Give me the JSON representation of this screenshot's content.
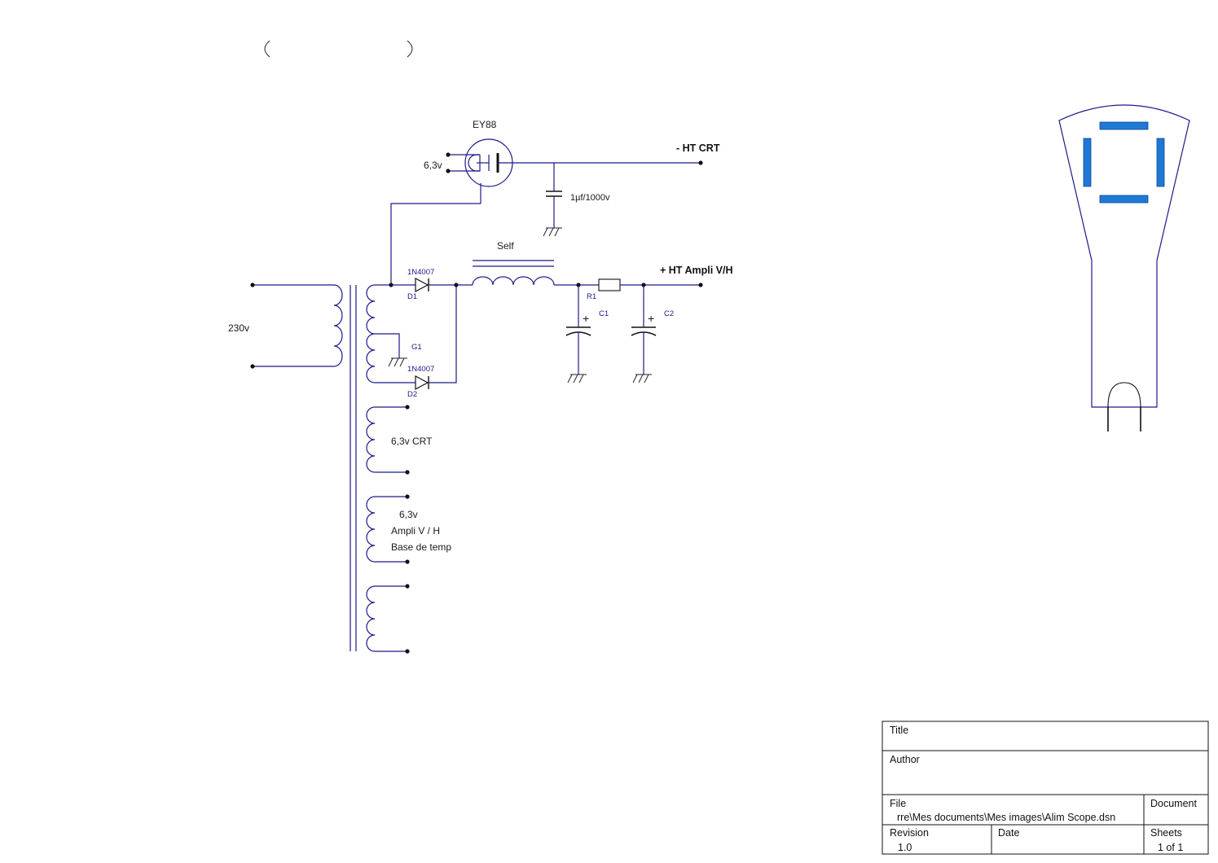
{
  "schematic": {
    "tube_label": "EY88",
    "heater_label": "6,3v",
    "hv_crt_label": "- HT CRT",
    "cap_label": "1µf/1000v",
    "self_label": "Self",
    "ht_ampli_label": "+ HT Ampli V/H",
    "mains_label": "230v",
    "d1_type": "1N4007",
    "d1_ref": "D1",
    "d2_type": "1N4007",
    "d2_ref": "D2",
    "g1_ref": "G1",
    "r1_ref": "R1",
    "c1_ref": "C1",
    "c2_ref": "C2",
    "crt_heater_label": "6,3v CRT",
    "winding4_line1": "6,3v",
    "winding4_line2": "Ampli V / H",
    "winding4_line3": "Base de temp",
    "plus_sign": "+",
    "wire_color": "#1a1a8c",
    "crt_plate_color": "#1e78d6"
  },
  "title_block": {
    "title_label": "Title",
    "title_value": "",
    "author_label": "Author",
    "author_value": "",
    "file_label": "File",
    "file_value": "rre\\Mes documents\\Mes images\\Alim Scope.dsn",
    "document_label": "Document",
    "document_value": "",
    "revision_label": "Revision",
    "revision_value": "1.0",
    "date_label": "Date",
    "date_value": "",
    "sheets_label": "Sheets",
    "sheets_value": "1 of 1"
  }
}
